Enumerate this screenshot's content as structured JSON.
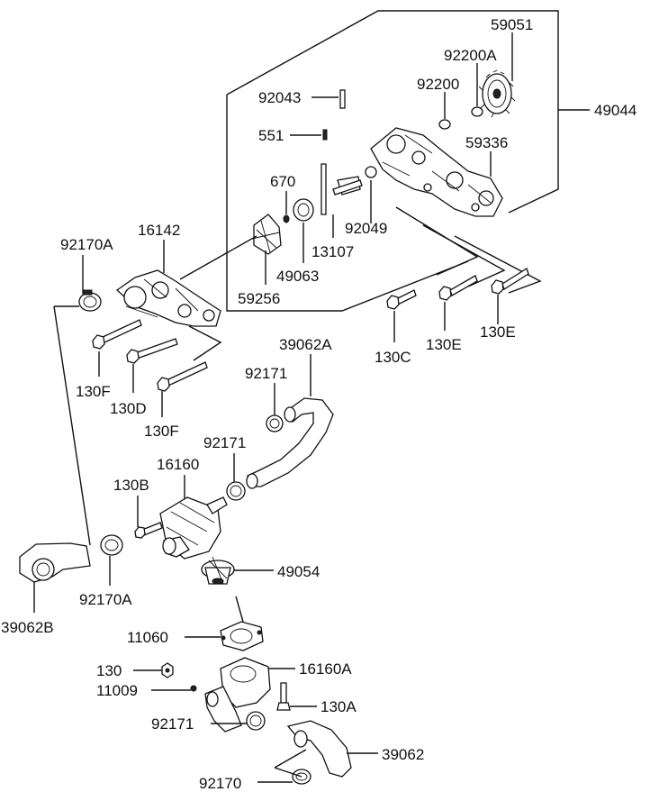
{
  "labels": {
    "p59051": "59051",
    "p92200A": "92200A",
    "p92200": "92200",
    "p92043": "92043",
    "p49044": "49044",
    "p551": "551",
    "p59336": "59336",
    "p670": "670",
    "p92049": "92049",
    "p92170A_top": "92170A",
    "p16142": "16142",
    "p13107": "13107",
    "p49063": "49063",
    "p59256": "59256",
    "p130C": "130C",
    "p130E_left": "130E",
    "p130E_right": "130E",
    "p130F_top": "130F",
    "p130D": "130D",
    "p130F_bottom": "130F",
    "p39062A": "39062A",
    "p92171_top": "92171",
    "p92171_mid": "92171",
    "p16160": "16160",
    "p130B": "130B",
    "p49054": "49054",
    "p92170A_bottom": "92170A",
    "p39062B": "39062B",
    "p11060": "11060",
    "p130": "130",
    "p16160A": "16160A",
    "p11009": "11009",
    "p130A": "130A",
    "p92171_bottom": "92171",
    "p39062": "39062",
    "p92170": "92170"
  }
}
